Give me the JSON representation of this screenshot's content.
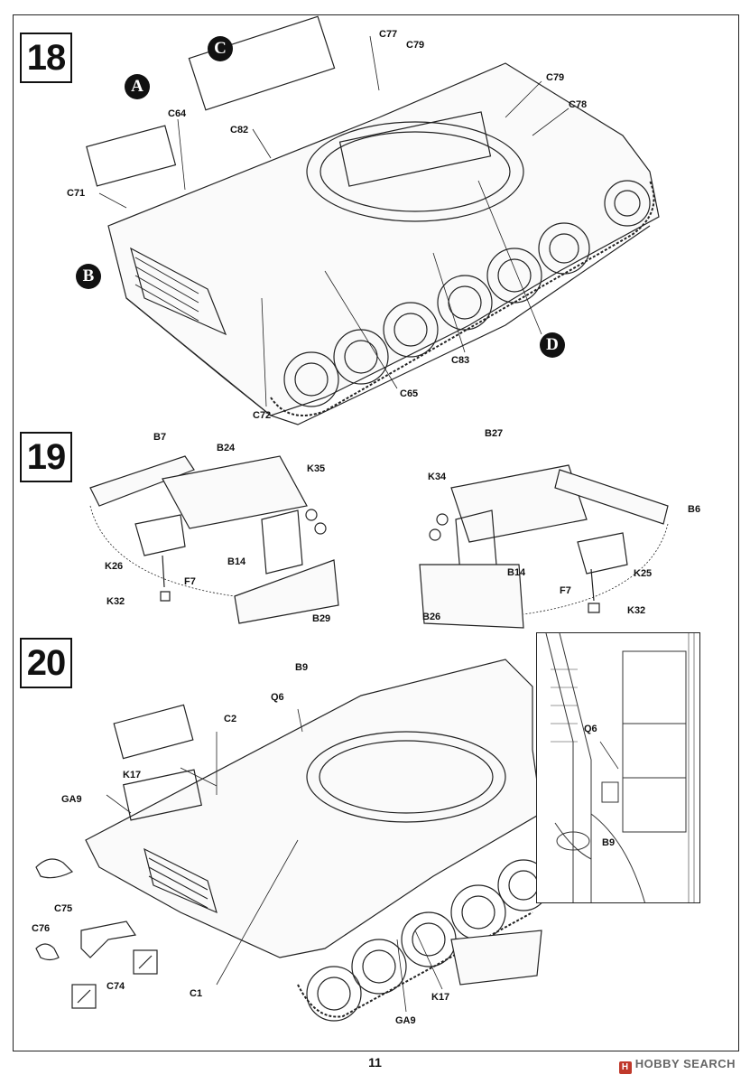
{
  "steps": [
    {
      "number": "18"
    },
    {
      "number": "19"
    },
    {
      "number": "20"
    }
  ],
  "callouts": {
    "a": "A",
    "b": "B",
    "c": "C",
    "d": "D"
  },
  "step18_labels": {
    "c77": "C77",
    "c79_top": "C79",
    "c79_right": "C79",
    "c78": "C78",
    "c64": "C64",
    "c82": "C82",
    "c71": "C71",
    "c83": "C83",
    "c65": "C65",
    "c72": "C72"
  },
  "step19_labels": {
    "b7": "B7",
    "b24": "B24",
    "k35": "K35",
    "k26": "K26",
    "f7_left": "F7",
    "b14_left": "B14",
    "k32_left": "K32",
    "b29": "B29",
    "b27": "B27",
    "k34": "K34",
    "b6": "B6",
    "b14_right": "B14",
    "k25": "K25",
    "f7_right": "F7",
    "k32_right": "K32",
    "b26": "B26"
  },
  "step20_labels": {
    "b9": "B9",
    "q6": "Q6",
    "c2": "C2",
    "k17_left": "K17",
    "ga9_left": "GA9",
    "c75": "C75",
    "c76": "C76",
    "c74": "C74",
    "c1": "C1",
    "ga9_bottom": "GA9",
    "k17_bottom": "K17",
    "inset_q6": "Q6",
    "inset_b9": "B9"
  },
  "footer": {
    "page_number": "11",
    "watermark": "HOBBY SEARCH",
    "watermark_logo": "H"
  }
}
